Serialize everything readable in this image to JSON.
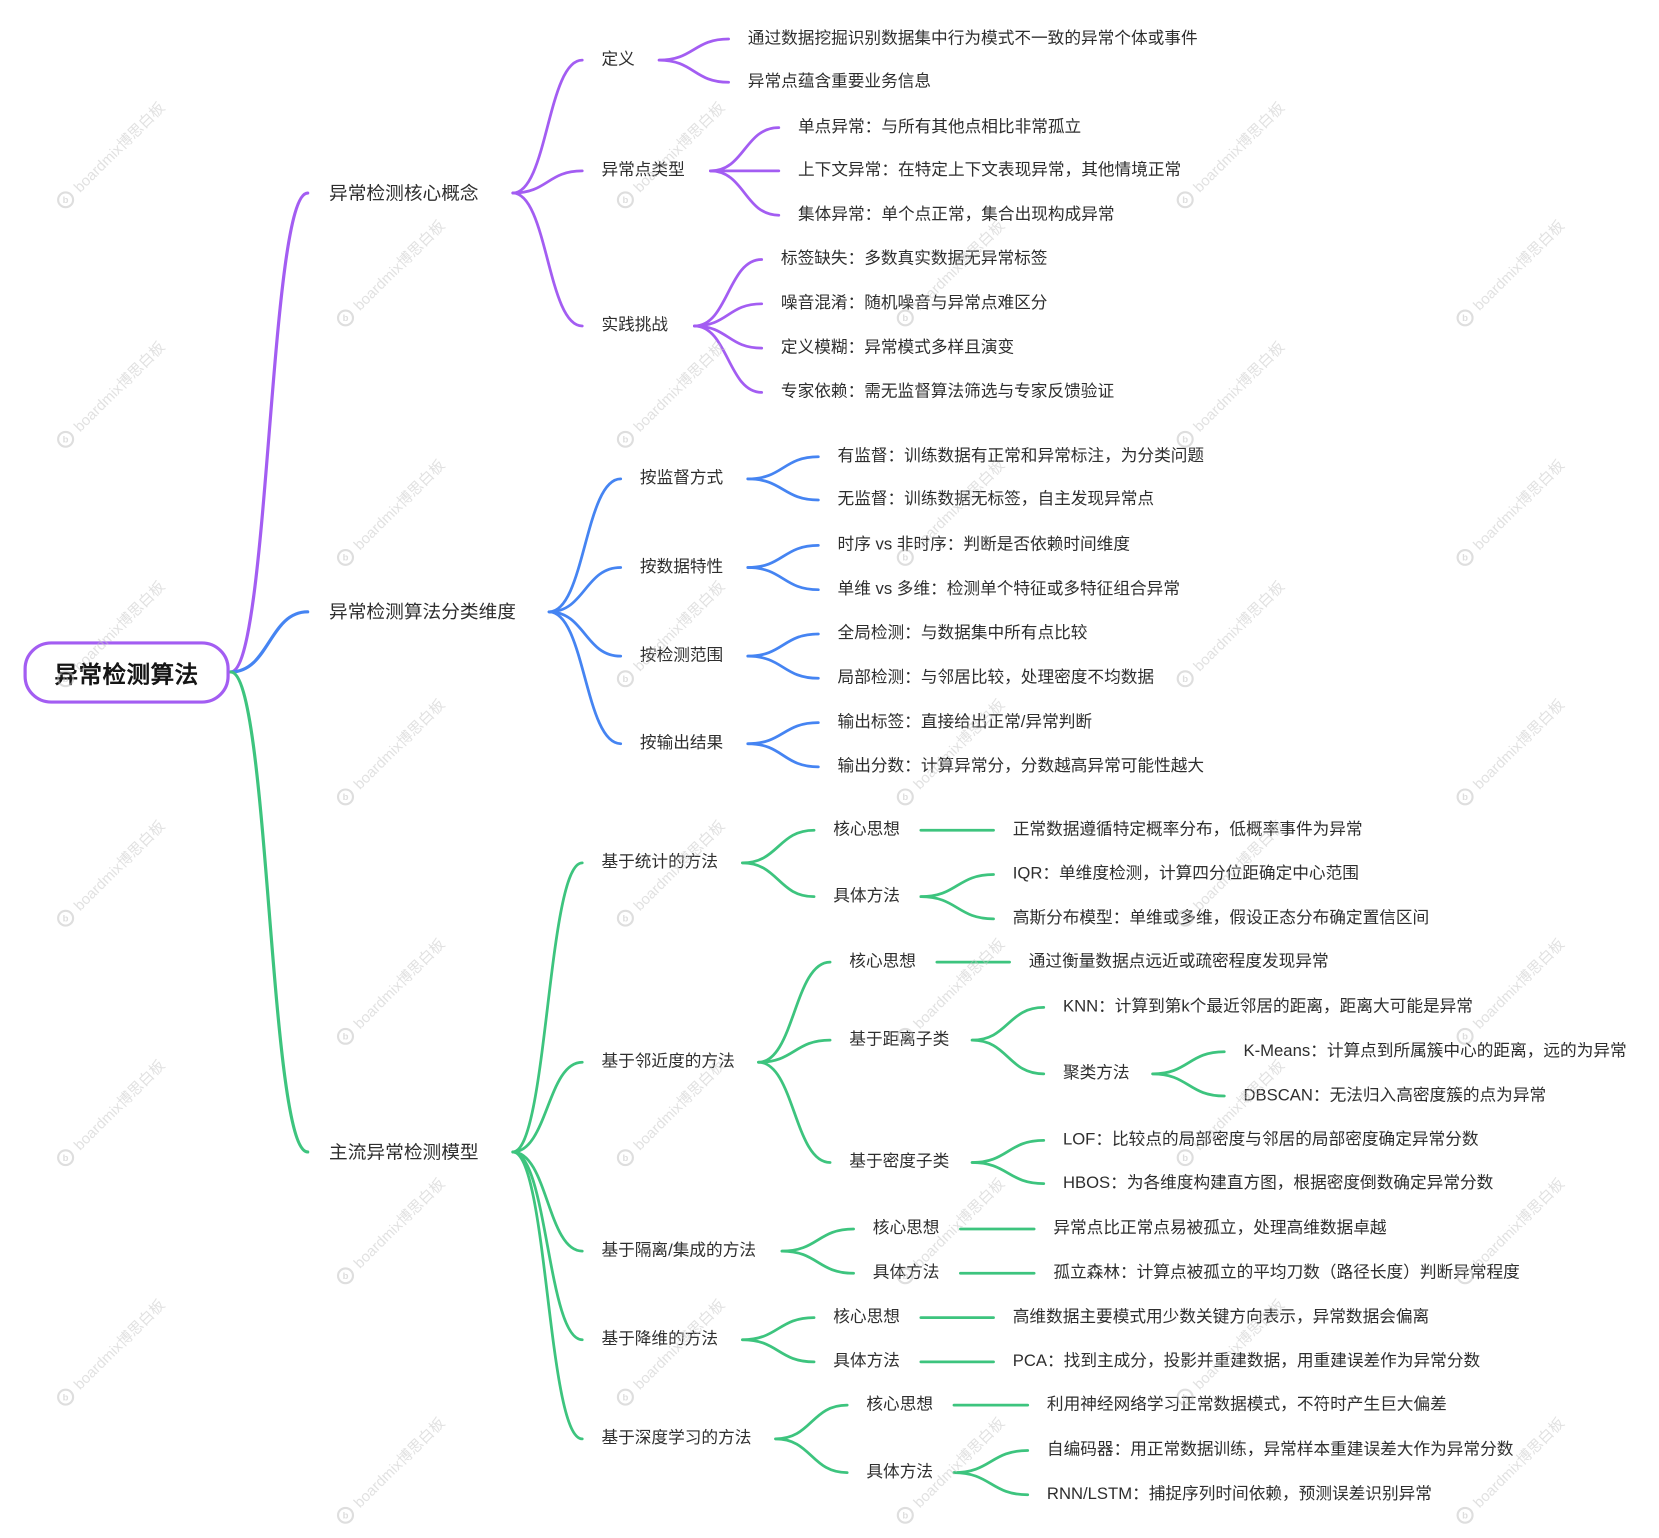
{
  "watermark": "boardmix博思白板",
  "colors": {
    "root_border": "#a35df2",
    "text": "#2e2e2e"
  },
  "mindmap": {
    "root": "异常检测算法",
    "branches": [
      {
        "label": "异常检测核心概念",
        "color": "#a35df2",
        "children": [
          {
            "label": "定义",
            "children": [
              {
                "label": "通过数据挖掘识别数据集中行为模式不一致的异常个体或事件"
              },
              {
                "label": "异常点蕴含重要业务信息"
              }
            ]
          },
          {
            "label": "异常点类型",
            "children": [
              {
                "label": "单点异常：与所有其他点相比非常孤立"
              },
              {
                "label": "上下文异常：在特定上下文表现异常，其他情境正常"
              },
              {
                "label": "集体异常：单个点正常，集合出现构成异常"
              }
            ]
          },
          {
            "label": "实践挑战",
            "children": [
              {
                "label": "标签缺失：多数真实数据无异常标签"
              },
              {
                "label": "噪音混淆：随机噪音与异常点难区分"
              },
              {
                "label": "定义模糊：异常模式多样且演变"
              },
              {
                "label": "专家依赖：需无监督算法筛选与专家反馈验证"
              }
            ]
          }
        ]
      },
      {
        "label": "异常检测算法分类维度",
        "color": "#4584f2",
        "children": [
          {
            "label": "按监督方式",
            "children": [
              {
                "label": "有监督：训练数据有正常和异常标注，为分类问题"
              },
              {
                "label": "无监督：训练数据无标签，自主发现异常点"
              }
            ]
          },
          {
            "label": "按数据特性",
            "children": [
              {
                "label": "时序 vs 非时序：判断是否依赖时间维度"
              },
              {
                "label": "单维 vs 多维：检测单个特征或多特征组合异常"
              }
            ]
          },
          {
            "label": "按检测范围",
            "children": [
              {
                "label": "全局检测：与数据集中所有点比较"
              },
              {
                "label": "局部检测：与邻居比较，处理密度不均数据"
              }
            ]
          },
          {
            "label": "按输出结果",
            "children": [
              {
                "label": "输出标签：直接给出正常/异常判断"
              },
              {
                "label": "输出分数：计算异常分，分数越高异常可能性越大"
              }
            ]
          }
        ]
      },
      {
        "label": "主流异常检测模型",
        "color": "#3dc47e",
        "children": [
          {
            "label": "基于统计的方法",
            "children": [
              {
                "label": "核心思想",
                "children": [
                  {
                    "label": "正常数据遵循特定概率分布，低概率事件为异常"
                  }
                ]
              },
              {
                "label": "具体方法",
                "children": [
                  {
                    "label": "IQR：单维度检测，计算四分位距确定中心范围"
                  },
                  {
                    "label": "高斯分布模型：单维或多维，假设正态分布确定置信区间"
                  }
                ]
              }
            ]
          },
          {
            "label": "基于邻近度的方法",
            "children": [
              {
                "label": "核心思想",
                "children": [
                  {
                    "label": "通过衡量数据点远近或疏密程度发现异常"
                  }
                ]
              },
              {
                "label": "基于距离子类",
                "children": [
                  {
                    "label": "KNN：计算到第k个最近邻居的距离，距离大可能是异常"
                  },
                  {
                    "label": "聚类方法",
                    "children": [
                      {
                        "label": "K-Means：计算点到所属簇中心的距离，远的为异常"
                      },
                      {
                        "label": "DBSCAN：无法归入高密度簇的点为异常"
                      }
                    ]
                  }
                ]
              },
              {
                "label": "基于密度子类",
                "children": [
                  {
                    "label": "LOF：比较点的局部密度与邻居的局部密度确定异常分数"
                  },
                  {
                    "label": "HBOS：为各维度构建直方图，根据密度倒数确定异常分数"
                  }
                ]
              }
            ]
          },
          {
            "label": "基于隔离/集成的方法",
            "children": [
              {
                "label": "核心思想",
                "children": [
                  {
                    "label": "异常点比正常点易被孤立，处理高维数据卓越"
                  }
                ]
              },
              {
                "label": "具体方法",
                "children": [
                  {
                    "label": "孤立森林：计算点被孤立的平均刀数（路径长度）判断异常程度"
                  }
                ]
              }
            ]
          },
          {
            "label": "基于降维的方法",
            "children": [
              {
                "label": "核心思想",
                "children": [
                  {
                    "label": "高维数据主要模式用少数关键方向表示，异常数据会偏离"
                  }
                ]
              },
              {
                "label": "具体方法",
                "children": [
                  {
                    "label": "PCA：找到主成分，投影并重建数据，用重建误差作为异常分数"
                  }
                ]
              }
            ]
          },
          {
            "label": "基于深度学习的方法",
            "children": [
              {
                "label": "核心思想",
                "children": [
                  {
                    "label": "利用神经网络学习正常数据模式，不符时产生巨大偏差"
                  }
                ]
              },
              {
                "label": "具体方法",
                "children": [
                  {
                    "label": "自编码器：用正常数据训练，异常样本重建误差大作为异常分数"
                  },
                  {
                    "label": "RNN/LSTM：捕捉序列时间依赖，预测误差识别异常"
                  }
                ]
              }
            ]
          }
        ]
      }
    ]
  }
}
